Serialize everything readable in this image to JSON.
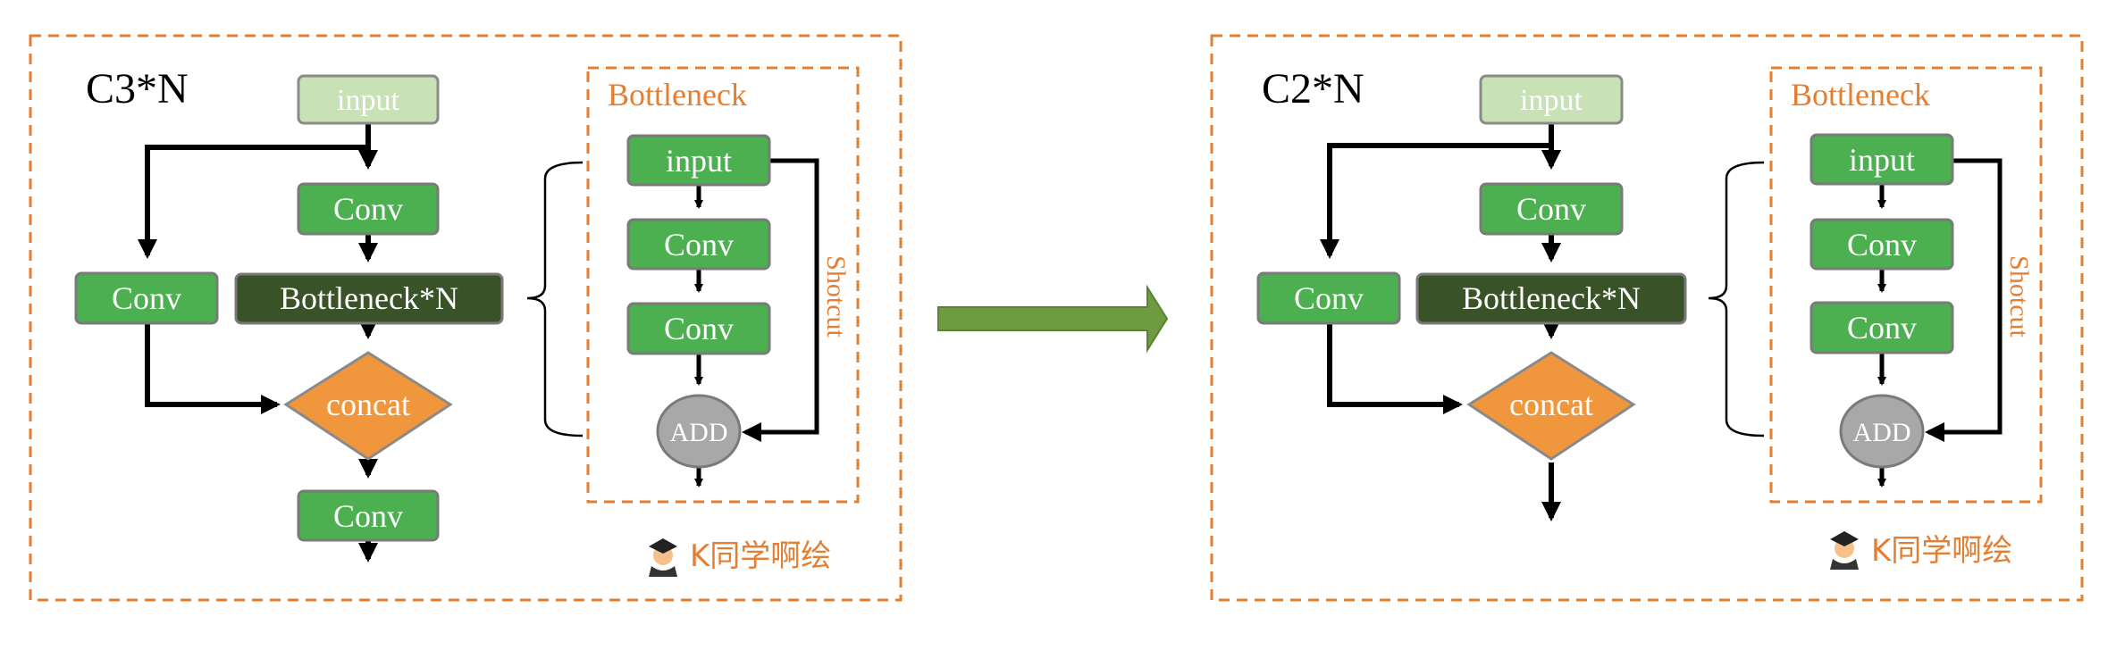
{
  "colors": {
    "dashed_border": "#e67e32",
    "green_node": "#4caf50",
    "light_green_node": "#c8e2b5",
    "dark_green_node": "#3a5228",
    "orange_node": "#f0963c",
    "gray_node": "#a8a8a8",
    "arrow": "#000000",
    "big_arrow": "#6e9b40",
    "node_border": "#7a7a7a"
  },
  "left_panel": {
    "title": "C3*N",
    "input": "input",
    "conv_top": "Conv",
    "conv_side": "Conv",
    "bottleneck_n": "Bottleneck*N",
    "concat": "concat",
    "conv_out": "Conv",
    "bottleneck": {
      "title": "Bottleneck",
      "input": "input",
      "conv1": "Conv",
      "conv2": "Conv",
      "add": "ADD",
      "shortcut": "Shotcut"
    },
    "credit": "K同学啊绘",
    "credit_icon": "student-emoji"
  },
  "right_panel": {
    "title": "C2*N",
    "input": "input",
    "conv_top": "Conv",
    "conv_side": "Conv",
    "bottleneck_n": "Bottleneck*N",
    "concat": "concat",
    "bottleneck": {
      "title": "Bottleneck",
      "input": "input",
      "conv1": "Conv",
      "conv2": "Conv",
      "add": "ADD",
      "shortcut": "Shotcut"
    },
    "credit": "K同学啊绘",
    "credit_icon": "student-emoji"
  }
}
